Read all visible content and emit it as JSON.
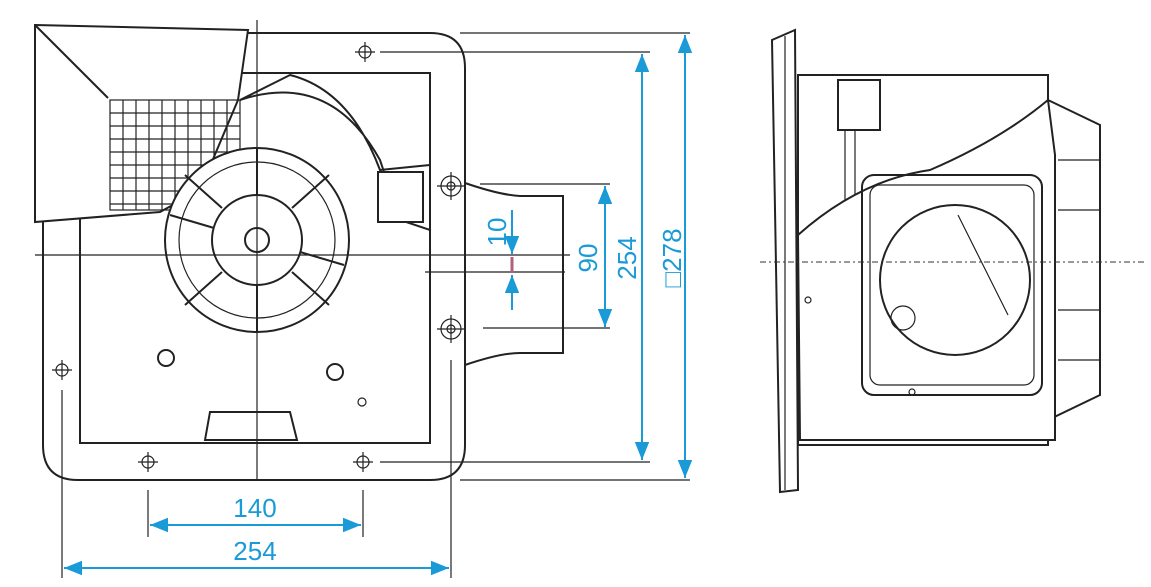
{
  "drawing": {
    "front_view": {
      "dimensions": {
        "mount_hole_spacing_horizontal": "140",
        "body_width": "254",
        "duct_offset": "10",
        "duct_height": "90",
        "mount_hole_spacing_vertical": "254",
        "panel_square": "□278"
      }
    },
    "colors": {
      "dimension": "#1a9ad6",
      "outline": "#222222",
      "offset_marker": "#b4607a"
    }
  }
}
